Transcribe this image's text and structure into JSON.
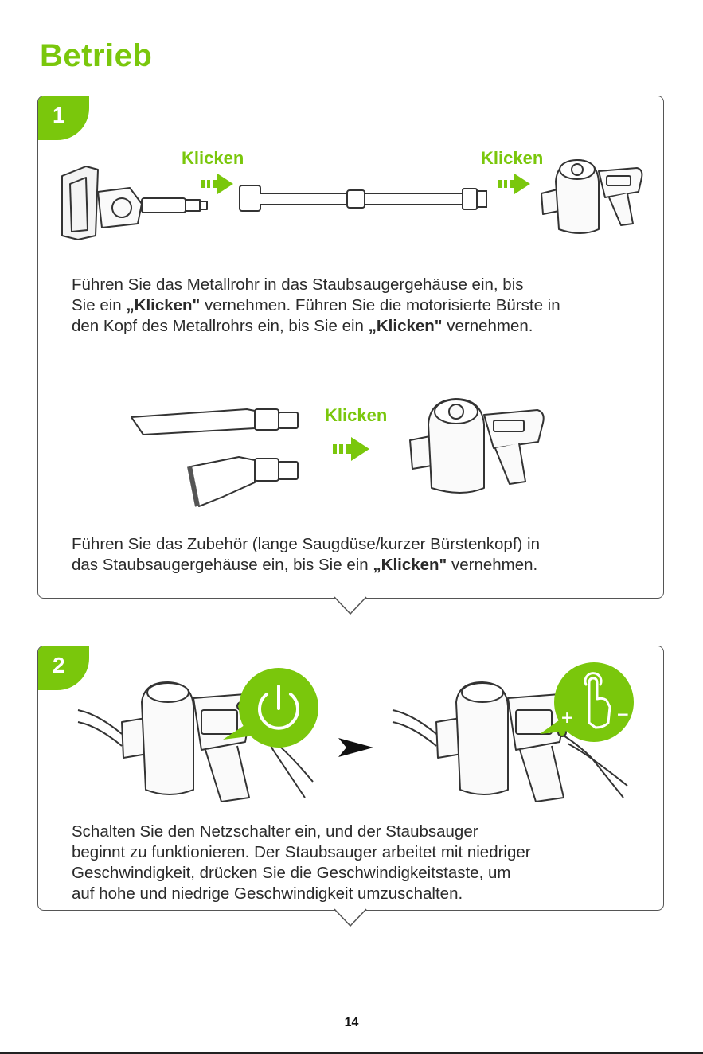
{
  "page": {
    "title": "Betrieb",
    "page_number": "14"
  },
  "step1": {
    "number": "1",
    "click_label_1": "Klicken",
    "click_label_2": "Klicken",
    "text_a": {
      "l1": "Führen Sie das Metallrohr in das Staubsaugergehäuse ein, bis",
      "l2_a": "Sie ein ",
      "l2_b": "„Klicken\"",
      "l2_c": " vernehmen. Führen Sie die motorisierte Bürste in",
      "l3_a": "den Kopf des Metallrohrs ein, bis Sie ein ",
      "l3_b": "„Klicken\"",
      "l3_c": " vernehmen."
    },
    "click_label_3": "Klicken",
    "text_b": {
      "l1": "Führen Sie das Zubehör (lange Saugdüse/kurzer Bürstenkopf) in",
      "l2_a": "das Staubsaugergehäuse ein, bis Sie ein ",
      "l2_b": "„Klicken\"",
      "l2_c": " vernehmen."
    }
  },
  "step2": {
    "number": "2",
    "speed_plus": "+",
    "speed_minus": "−",
    "text": {
      "l1": "Schalten Sie den Netzschalter ein, und der Staubsauger",
      "l2": "beginnt zu funktionieren. Der Staubsauger arbeitet mit niedriger",
      "l3": "Geschwindigkeit, drücken Sie die Geschwindigkeitstaste, um",
      "l4": "auf hohe und niedrige Geschwindigkeit umzuschalten."
    }
  },
  "colors": {
    "accent": "#7ac70c",
    "line": "#333333"
  },
  "icons": [
    "power-icon",
    "touch-speed-icon",
    "click-arrow-icon",
    "next-arrow-icon"
  ]
}
